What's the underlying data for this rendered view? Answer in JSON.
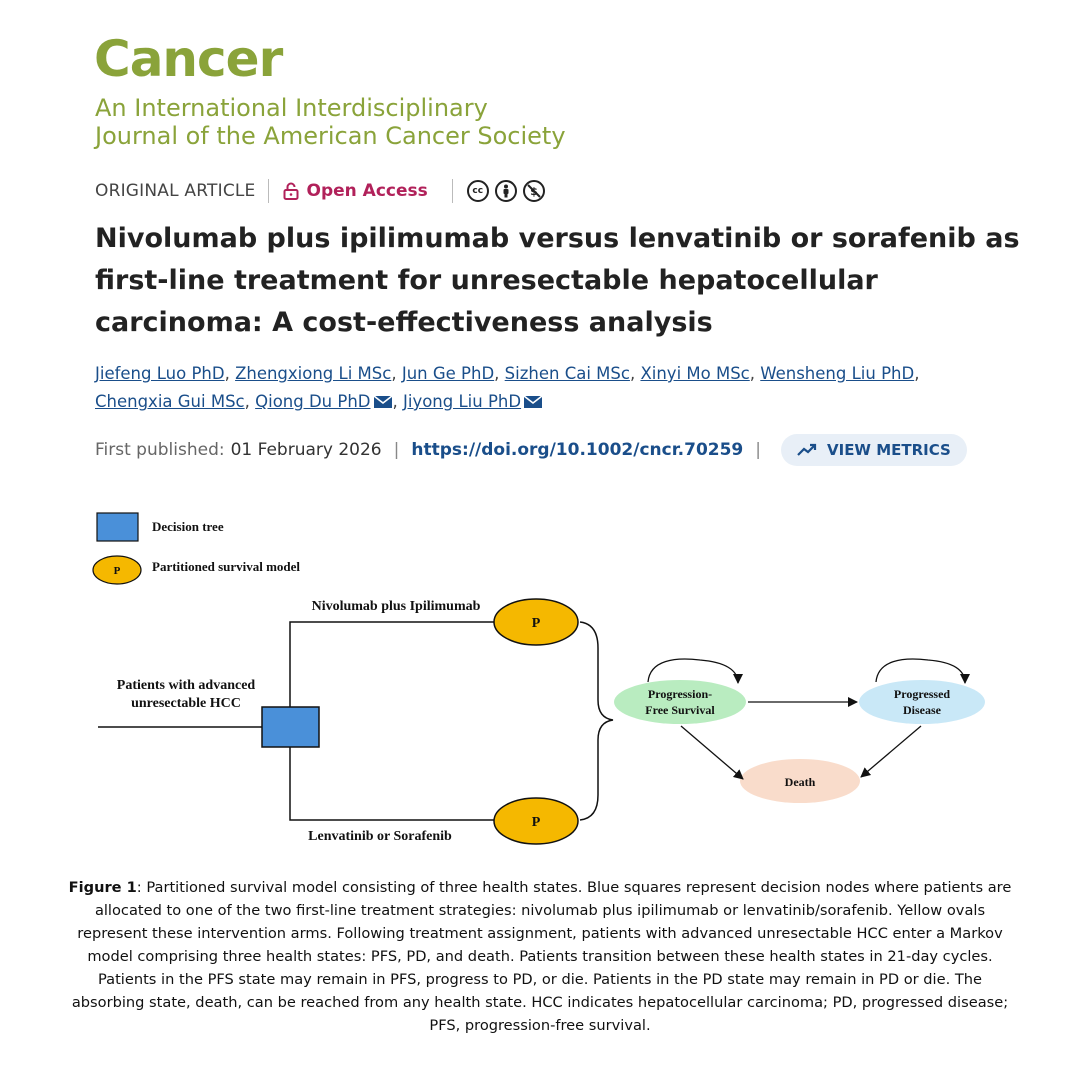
{
  "journal": {
    "name": "Cancer",
    "subtitle_line1": "An International Interdisciplinary",
    "subtitle_line2": "Journal of the American Cancer Society"
  },
  "meta": {
    "article_type": "ORIGINAL ARTICLE",
    "access": "Open Access",
    "license_icons": [
      "cc-icon",
      "attribution-icon",
      "noncommercial-icon"
    ]
  },
  "article": {
    "title": "Nivolumab plus ipilimumab versus lenvatinib or sorafenib as first-line treatment for unresectable hepatocellular carcinoma: A cost-effectiveness analysis"
  },
  "authors": [
    "Jiefeng Luo PhD",
    "Zhengxiong Li MSc",
    "Jun Ge PhD",
    "Sizhen Cai MSc",
    "Xinyi Mo MSc",
    "Wensheng Liu PhD",
    "Chengxia Gui MSc",
    "Qiong Du PhD",
    "Jiyong Liu PhD"
  ],
  "publication": {
    "first_published_label": "First published:",
    "date": "01 February 2026",
    "doi": "https://doi.org/10.1002/cncr.70259",
    "metrics_label": "VIEW METRICS"
  },
  "figure": {
    "legend_decision": "Decision tree",
    "legend_partitioned": "Partitioned survival model",
    "p_label": "P",
    "patients_line1": "Patients with advanced",
    "patients_line2": "unresectable HCC",
    "arm_top": "Nivolumab plus Ipilimumab",
    "arm_bottom": "Lenvatinib or Sorafenib",
    "pfs_line1": "Progression-",
    "pfs_line2": "Free Survival",
    "pd_line1": "Progressed",
    "pd_line2": "Disease",
    "death": "Death",
    "colors": {
      "decision": "#4a90d9",
      "p_node": "#f5b800",
      "pfs": "#b9ecc0",
      "pd": "#c9e8f7",
      "death": "#f9dccb"
    }
  },
  "caption": {
    "label": "Figure 1",
    "text": ": Partitioned survival model consisting of three health states. Blue squares represent decision nodes where patients are allocated to one of the two first-line treatment strategies: nivolumab plus ipilimumab or lenvatinib/sorafenib. Yellow ovals represent these intervention arms. Following treatment assignment, patients with advanced unresectable HCC enter a Markov model comprising three health states: PFS, PD, and death. Patients transition between these health states in 21-day cycles. Patients in the PFS state may remain in PFS, progress to PD, or die. Patients in the PD state may remain in PD or die. The absorbing state, death, can be reached from any health state. HCC indicates hepatocellular carcinoma; PD, progressed disease; PFS, progression-free survival."
  }
}
